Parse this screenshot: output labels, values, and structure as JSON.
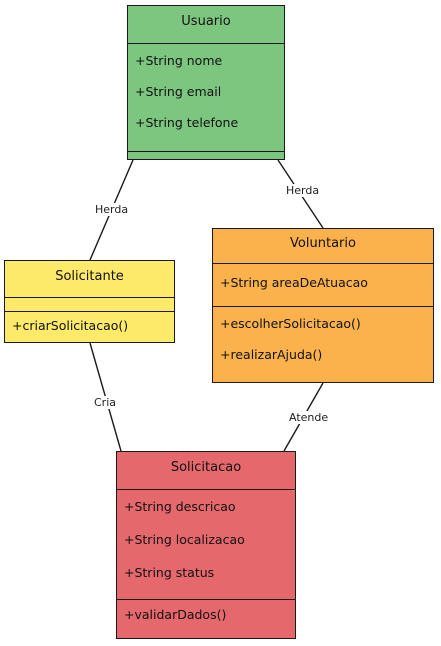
{
  "classes": {
    "usuario": {
      "name": "Usuario",
      "color": "#7dc67f",
      "attributes": [
        "+String nome",
        "+String email",
        "+String telefone"
      ],
      "methods": []
    },
    "solicitante": {
      "name": "Solicitante",
      "color": "#fde96a",
      "attributes": [],
      "methods": [
        "+criarSolicitacao()"
      ]
    },
    "voluntario": {
      "name": "Voluntario",
      "color": "#fbb24c",
      "attributes": [
        "+String areaDeAtuacao"
      ],
      "methods": [
        "+escolherSolicitacao()",
        "+realizarAjuda()"
      ]
    },
    "solicitacao": {
      "name": "Solicitacao",
      "color": "#e5686c",
      "attributes": [
        "+String descricao",
        "+String localizacao",
        "+String status"
      ],
      "methods": [
        "+validarDados()"
      ]
    }
  },
  "relations": {
    "solicitante_usuario": "Herda",
    "voluntario_usuario": "Herda",
    "solicitante_solicitacao": "Cria",
    "voluntario_solicitacao": "Atende"
  }
}
